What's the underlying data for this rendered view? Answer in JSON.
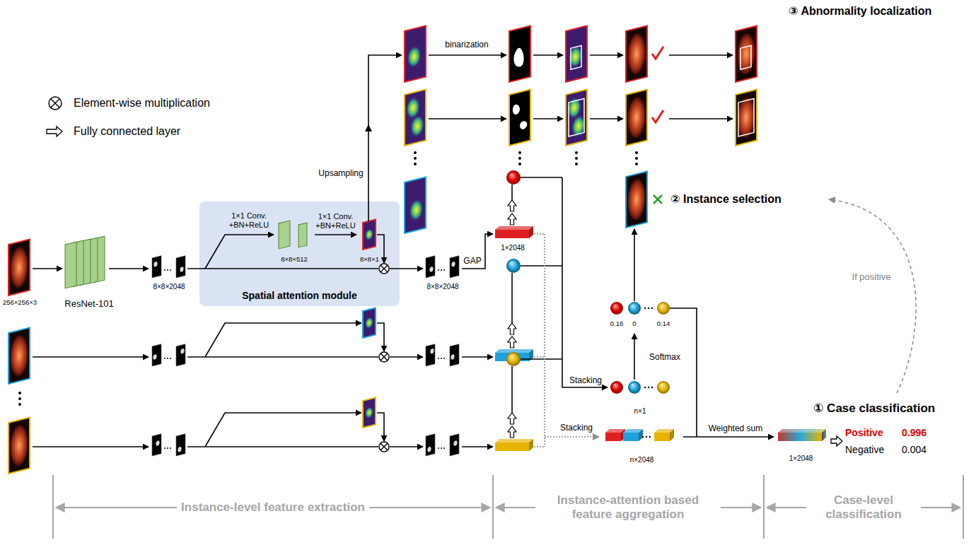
{
  "diagram": {
    "nodes": [
      {
        "text": [
          "ResNet-101"
        ]
      },
      {
        "text": [
          "Spatial attention module"
        ]
      },
      {
        "text": [
          "8×8×512"
        ],
        "in": 1
      },
      {
        "text": [
          "8×8×1"
        ],
        "in": 1
      },
      {
        "text": [
          "n×1"
        ]
      },
      {
        "text": [
          "n×2048"
        ]
      },
      {
        "text": [
          "1×2048"
        ]
      }
    ],
    "edges": [
      {
        "from": 2,
        "to": 3,
        "arrow": "to",
        "label": "1×1 Conv. +BN+ReLU"
      },
      {
        "from": 5,
        "to": 6,
        "arrow": "to",
        "label": "Weighted sum"
      }
    ],
    "labels": [
      "③ Abnormality localization",
      "binarization",
      "Upsampling",
      "② Instance selection",
      "If positive",
      "1×1 Conv. +BN+ReLU",
      "256×256×3",
      "8×8×2048",
      "8×8×2048",
      "GAP",
      "1×2048",
      "Stacking",
      "Stacking",
      "0.16",
      "0",
      "0.14",
      "Softmax",
      "① Case classification",
      "Positive",
      "0.996",
      "Negative",
      "0.004",
      "Instance-level feature extraction",
      "Instance-attention based feature aggregation",
      "Case-level classification"
    ],
    "legend": [
      {
        "text": "Element-wise multiplication"
      },
      {
        "text": "Fully connected layer"
      }
    ]
  }
}
